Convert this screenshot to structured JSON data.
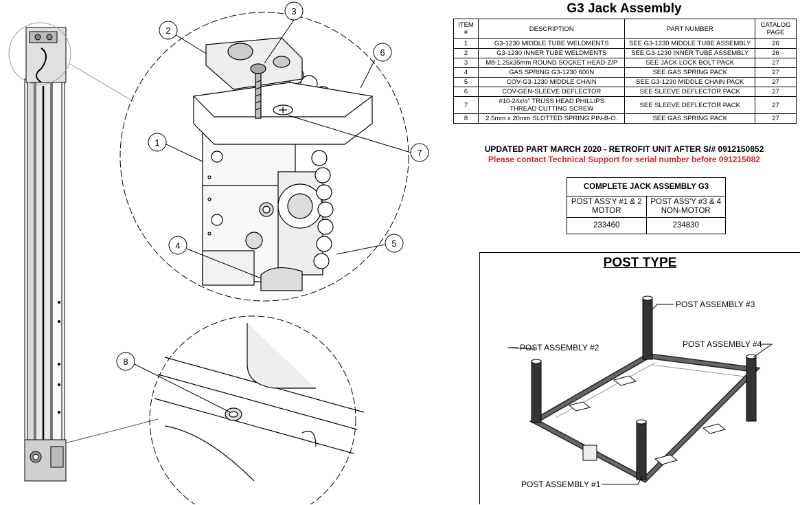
{
  "title": "G3 Jack Assembly",
  "parts_table": {
    "headers": {
      "item": "ITEM\n#",
      "description": "DESCRIPTION",
      "part_number": "PART NUMBER",
      "catalog": "CATALOG\nPAGE"
    },
    "rows": [
      {
        "item": "1",
        "description": "G3-1230 MIDDLE TUBE WELDMENTS",
        "part_number": "SEE G3-1230 MIDDLE TUBE ASSEMBLY",
        "page": "26"
      },
      {
        "item": "2",
        "description": "G3-1230 INNER TUBE WELDMENTS",
        "part_number": "SEE G3-1230 INNER TUBE ASSEMBLY",
        "page": "26"
      },
      {
        "item": "3",
        "description": "M8-1.25x35mm ROUND SOCKET HEAD-Z/P",
        "part_number": "SEE JACK LOCK BOLT PACK",
        "page": "27"
      },
      {
        "item": "4",
        "description": "GAS SPRING G3-1230 600N",
        "part_number": "SEE GAS SPRING PACK",
        "page": "27"
      },
      {
        "item": "5",
        "description": "COV-G3-1230 MIDDLE CHAIN",
        "part_number": "SEE G3-1230 MIDDLE CHAIN PACK",
        "page": "27"
      },
      {
        "item": "6",
        "description": "COV-GEN-SLEEVE DEFLECTOR",
        "part_number": "SEE SLEEVE DEFLECTOR PACK",
        "page": "27"
      },
      {
        "item": "7",
        "description": "#10-24x½\" TRUSS HEAD PHILLIPS THREAD CUTTING SCREW",
        "part_number": "SEE SLEEVE DEFLECTOR PACK",
        "page": "27"
      },
      {
        "item": "8",
        "description": "2.5mm x 20mm SLOTTED SPRING PIN-B-O.",
        "part_number": "SEE GAS SPRING PACK",
        "page": "27"
      }
    ]
  },
  "update_notice": {
    "line1": "UPDATED PART MARCH 2020 - RETROFIT UNIT AFTER S/# 0912150852",
    "line2": "Please contact Technical Support for serial number before 091215082"
  },
  "assembly_table": {
    "title": "COMPLETE JACK ASSEMBLY G3",
    "col1_l1": "POST ASS'Y #1 & 2",
    "col1_l2": "MOTOR",
    "col2_l1": "POST ASS'Y #3 & 4",
    "col2_l2": "NON-MOTOR",
    "col1_value": "233460",
    "col2_value": "234830"
  },
  "post_type": {
    "title": "POST TYPE",
    "labels": {
      "post1": "POST ASSEMBLY #1",
      "post2": "POST ASSEMBLY #2",
      "post3": "POST ASSEMBLY #3",
      "post4": "POST ASSEMBLY #4"
    }
  },
  "balloons": [
    "1",
    "2",
    "3",
    "4",
    "5",
    "6",
    "7",
    "8"
  ],
  "colors": {
    "notice_red": "#e02020",
    "line": "#000000"
  }
}
